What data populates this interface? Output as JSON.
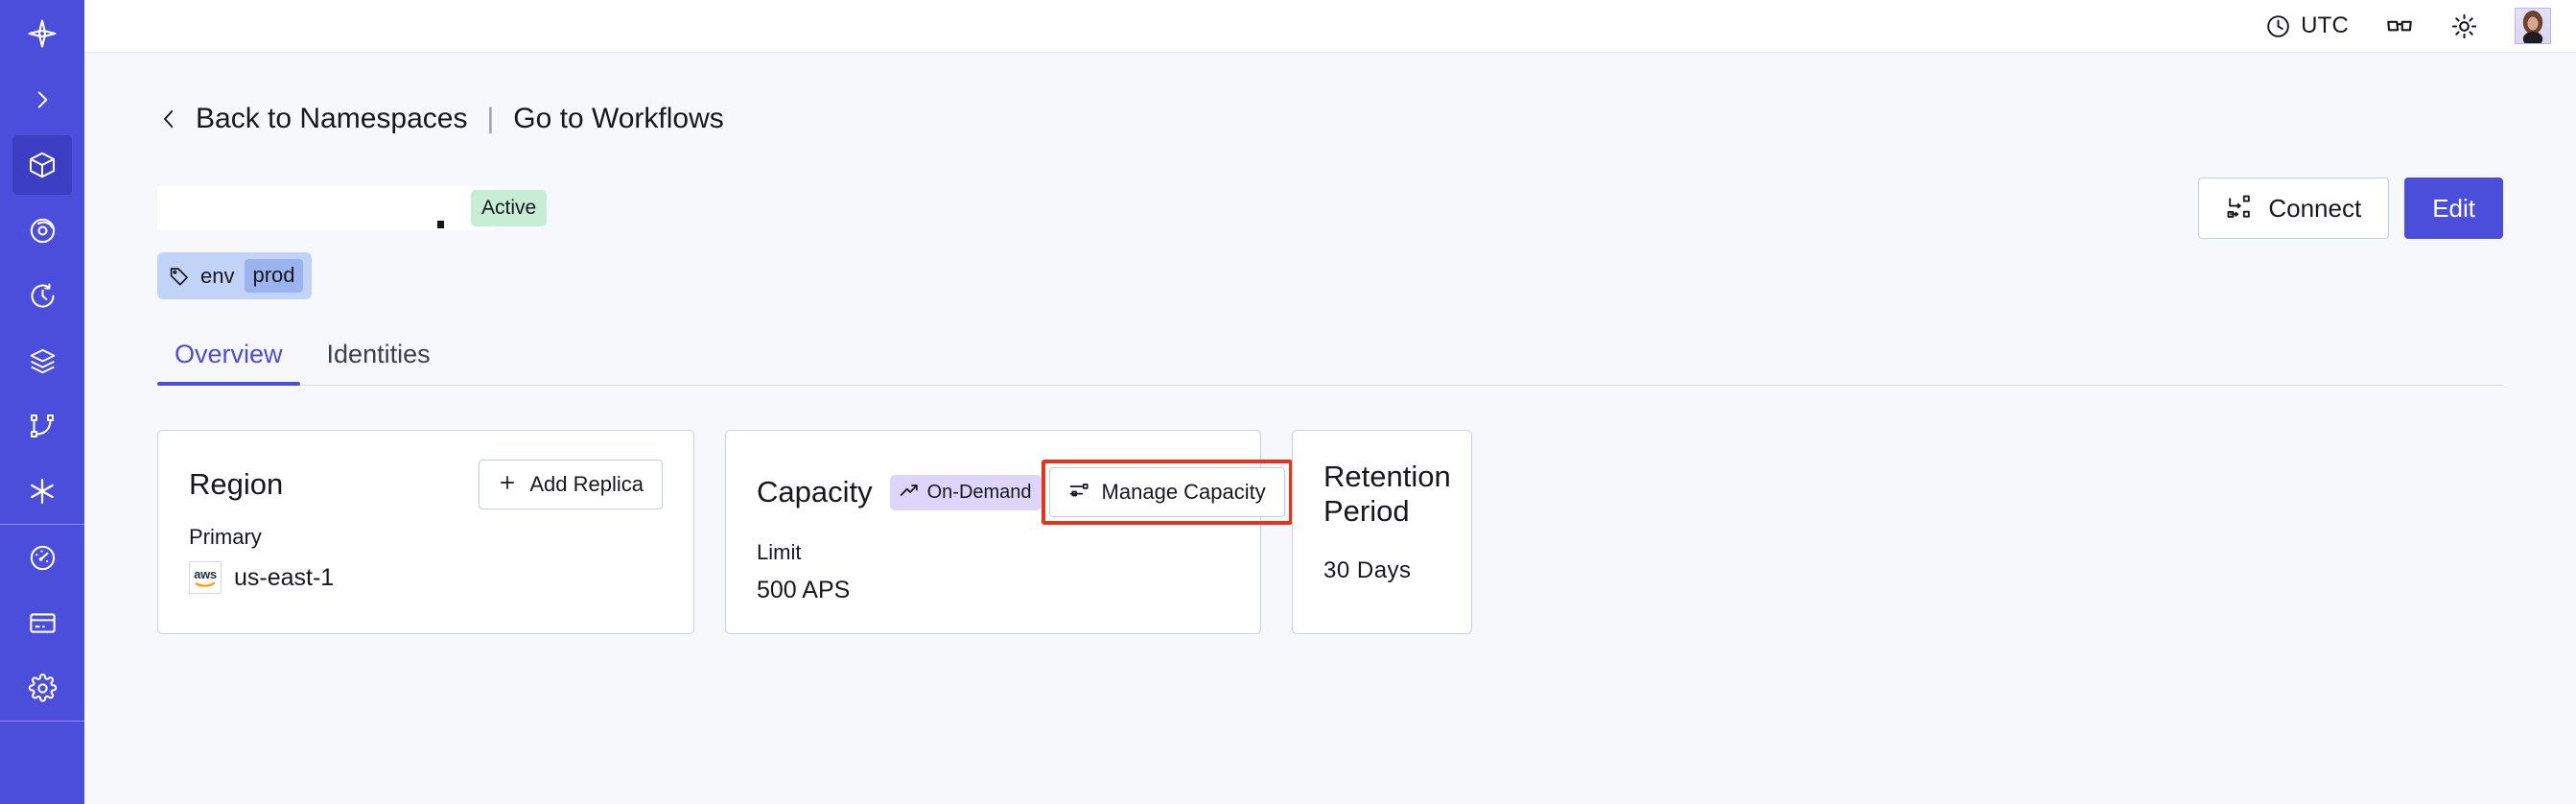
{
  "sidebar": {
    "items": [
      {
        "name": "brand-logo",
        "icon": "temporal-logo-icon"
      },
      {
        "name": "expand-nav",
        "icon": "chevron-right-icon"
      },
      {
        "name": "namespaces",
        "icon": "cube-icon",
        "active": true
      },
      {
        "name": "observability",
        "icon": "eye-spiral-icon"
      },
      {
        "name": "schedules",
        "icon": "clock-rotate-icon"
      },
      {
        "name": "batch-operations",
        "icon": "layers-icon"
      },
      {
        "name": "workflows",
        "icon": "git-branch-icon"
      },
      {
        "name": "integrations",
        "icon": "asterisk-icon"
      },
      {
        "name": "usage",
        "icon": "gauge-icon"
      },
      {
        "name": "billing",
        "icon": "credit-card-icon"
      },
      {
        "name": "settings",
        "icon": "gear-icon"
      }
    ]
  },
  "topbar": {
    "timezone_label": "UTC",
    "timezone_icon": "clock-icon",
    "docs_icon": "glasses-icon",
    "theme_icon": "sun-icon",
    "avatar_label": "user-avatar"
  },
  "breadcrumb": {
    "back_icon": "chevron-left-icon",
    "back_label": "Back to Namespaces",
    "separator": "|",
    "workflows_label": "Go to Workflows"
  },
  "header": {
    "namespace_name": "",
    "status_badge": "Active",
    "tag": {
      "icon": "tag-icon",
      "key": "env",
      "value": "prod"
    },
    "actions": {
      "connect_label": "Connect",
      "connect_icon": "connect-flow-icon",
      "edit_label": "Edit"
    }
  },
  "tabs": [
    {
      "label": "Overview",
      "active": true
    },
    {
      "label": "Identities",
      "active": false
    }
  ],
  "cards": {
    "region": {
      "title": "Region",
      "add_replica_label": "Add Replica",
      "add_replica_icon": "plus-icon",
      "sub_label": "Primary",
      "provider_icon": "aws-logo",
      "provider_text": "aws",
      "value": "us-east-1"
    },
    "capacity": {
      "title": "Capacity",
      "badge_label": "On-Demand",
      "badge_icon": "trending-up-icon",
      "manage_label": "Manage Capacity",
      "manage_icon": "sliders-icon",
      "manage_highlighted": true,
      "sub_label": "Limit",
      "value": "500 APS"
    },
    "retention": {
      "title": "Retention Period",
      "value": "30 Days"
    }
  },
  "colors": {
    "brand": "#4b4ddb",
    "sidebar_active": "#3c3fc4",
    "page_bg": "#f7f8fb",
    "card_border": "#c5d0e3",
    "status_active_bg": "#c7eed5",
    "ondemand_bg": "#ddd6fa",
    "tag_bg": "#c2d3f8",
    "tag_value_bg": "#9bb4ef",
    "highlight": "#e8321a"
  }
}
